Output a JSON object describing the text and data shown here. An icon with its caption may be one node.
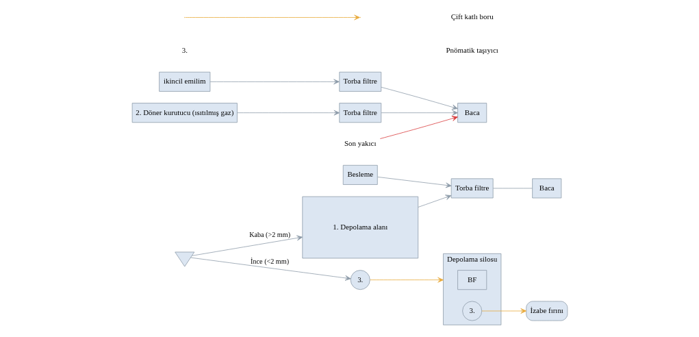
{
  "diagram": {
    "nodes": [
      {
        "text": [
          "1. Depolama alanı"
        ]
      },
      {
        "text": [
          "Torba filtre"
        ]
      },
      {
        "text": [
          "Baca"
        ]
      },
      {
        "text": [
          "Besleme"
        ]
      },
      {
        "text": [
          "ikincil emilim"
        ]
      },
      {
        "text": [
          "2. Döner kurutucu (ısıtılmış gaz)"
        ]
      },
      {
        "text": [
          "Torba filtre"
        ]
      },
      {
        "text": [
          "Torba filtre"
        ]
      },
      {
        "text": [
          "Baca"
        ]
      },
      {
        "text": [
          "Son yakıcı"
        ]
      },
      {
        "text": [],
        "shape": "triangle"
      },
      {
        "text": [
          "3."
        ]
      },
      {
        "text": [
          "Depolama silosu"
        ]
      },
      {
        "text": [
          "BF"
        ],
        "in": 12
      },
      {
        "text": [
          "3."
        ],
        "in": 12
      },
      {
        "text": [
          "İzabe fırını"
        ]
      }
    ],
    "edges": [
      {
        "from": 0,
        "to": 1,
        "arrow": "to"
      },
      {
        "from": 3,
        "to": 1,
        "arrow": "to"
      },
      {
        "from": 1,
        "to": 2,
        "arrow": "none"
      },
      {
        "from": 4,
        "to": 6,
        "arrow": "to"
      },
      {
        "from": 5,
        "to": 7,
        "arrow": "to"
      },
      {
        "from": 6,
        "to": 8,
        "arrow": "to"
      },
      {
        "from": 7,
        "to": 8,
        "arrow": "to"
      },
      {
        "from": 9,
        "to": 8,
        "arrow": "to",
        "color": "#d9383a"
      },
      {
        "from": 10,
        "to": 0,
        "arrow": "to",
        "label": "Kaba (>2 mm)"
      },
      {
        "from": 10,
        "to": 11,
        "arrow": "to",
        "label": "İnce (<2 mm)"
      },
      {
        "from": 11,
        "to": 12,
        "arrow": "to",
        "color": "#e8a93a"
      },
      {
        "from": 14,
        "to": 15,
        "arrow": "to",
        "color": "#e8a93a"
      }
    ],
    "labels": [
      "3."
    ],
    "legend": [
      {
        "text": "Çift katlı boru"
      },
      {
        "text": "Pnömatik taşıyıcı"
      }
    ]
  }
}
